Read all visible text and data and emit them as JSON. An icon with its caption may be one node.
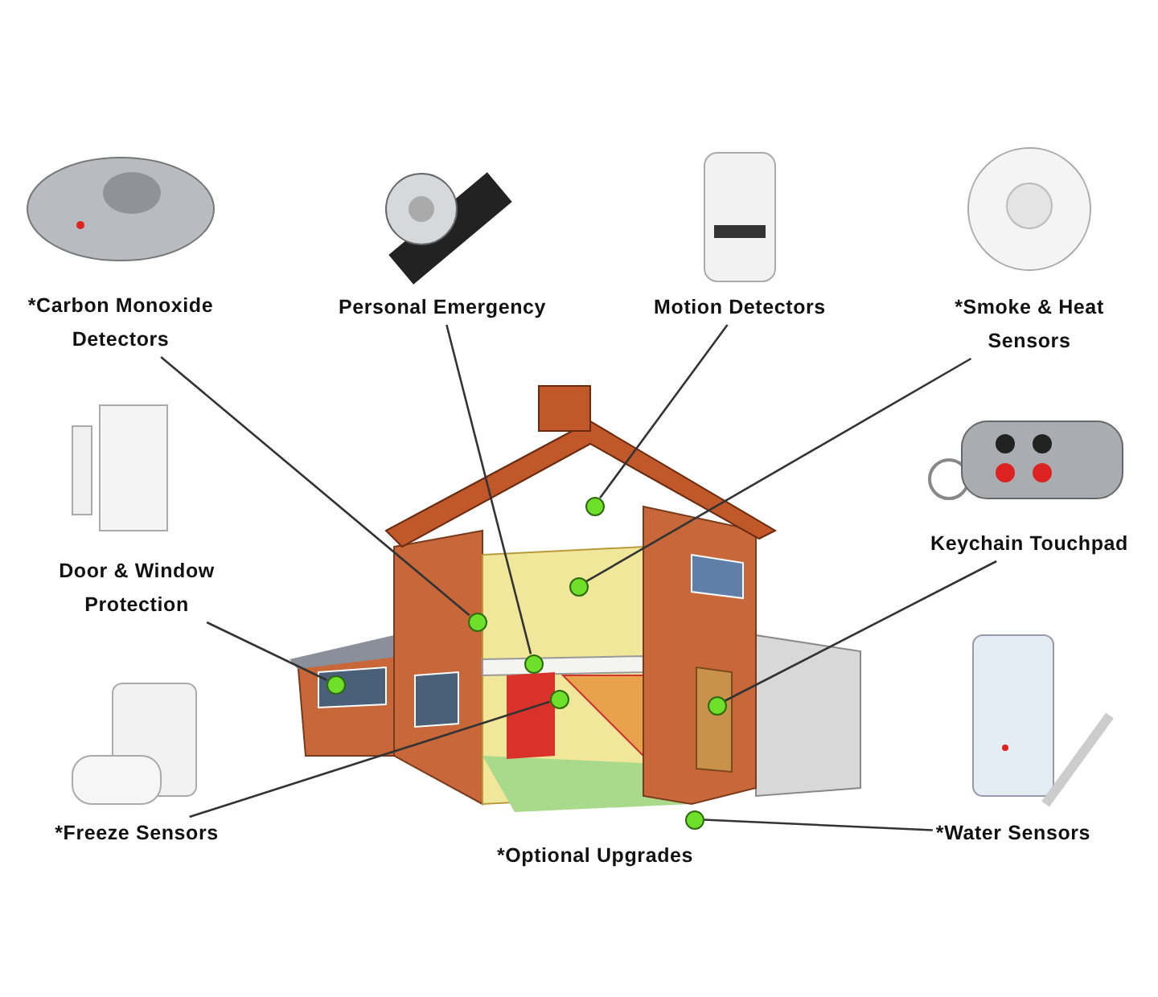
{
  "diagram": {
    "nodes": [
      {
        "text": [
          "*Carbon Monoxide Detectors"
        ]
      },
      {
        "text": [
          "Personal Emergency"
        ]
      },
      {
        "text": [
          "Motion Detectors"
        ]
      },
      {
        "text": [
          "*Smoke & Heat Sensors"
        ]
      },
      {
        "text": [
          "Door & Window Protection"
        ]
      },
      {
        "text": [
          "Keychain Touchpad"
        ]
      },
      {
        "text": [
          "*Freeze Sensors"
        ]
      },
      {
        "text": [
          "*Water Sensors"
        ]
      },
      {
        "text": [],
        "shape": "circle"
      },
      {
        "text": [],
        "shape": "circle"
      },
      {
        "text": [],
        "shape": "circle"
      },
      {
        "text": [],
        "shape": "circle"
      },
      {
        "text": [],
        "shape": "circle"
      },
      {
        "text": [],
        "shape": "circle"
      },
      {
        "text": [],
        "shape": "circle"
      },
      {
        "text": [],
        "shape": "circle"
      }
    ],
    "edges": [
      {
        "from": 0,
        "to": 10,
        "arrow": "none"
      },
      {
        "from": 1,
        "to": 11,
        "arrow": "none"
      },
      {
        "from": 2,
        "to": 8,
        "arrow": "none"
      },
      {
        "from": 3,
        "to": 9,
        "arrow": "none"
      },
      {
        "from": 4,
        "to": 12,
        "arrow": "none"
      },
      {
        "from": 5,
        "to": 14,
        "arrow": "none"
      },
      {
        "from": 6,
        "to": 13,
        "arrow": "none"
      },
      {
        "from": 7,
        "to": 15,
        "arrow": "none"
      }
    ],
    "labels": [
      "*Optional Upgrades"
    ]
  }
}
